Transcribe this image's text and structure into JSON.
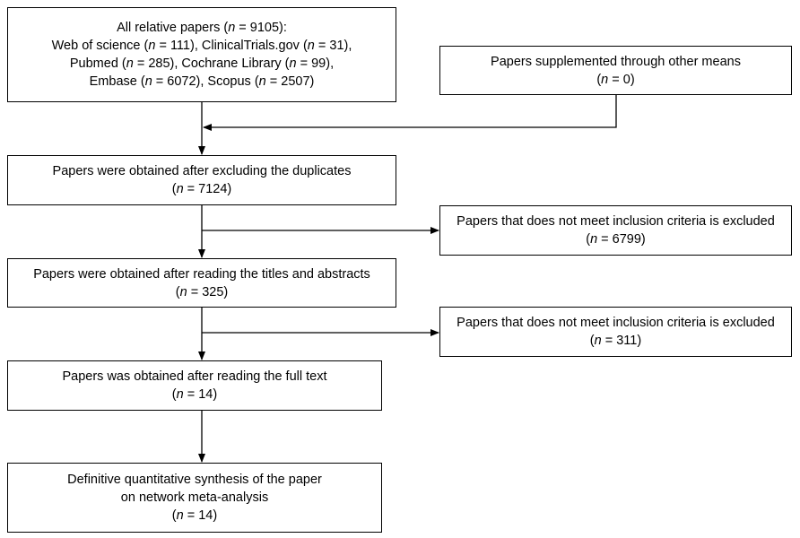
{
  "boxes": {
    "all_papers": {
      "lines": [
        [
          {
            "t": "All relative papers ("
          },
          {
            "t": "n",
            "i": true
          },
          {
            "t": " = 9105):"
          }
        ],
        [
          {
            "t": "Web of science ("
          },
          {
            "t": "n",
            "i": true
          },
          {
            "t": " = 111), ClinicalTrials.gov ("
          },
          {
            "t": "n",
            "i": true
          },
          {
            "t": " = 31),"
          }
        ],
        [
          {
            "t": "Pubmed ("
          },
          {
            "t": "n",
            "i": true
          },
          {
            "t": " = 285), Cochrane Library ("
          },
          {
            "t": "n",
            "i": true
          },
          {
            "t": " = 99),"
          }
        ],
        [
          {
            "t": "Embase ("
          },
          {
            "t": "n",
            "i": true
          },
          {
            "t": " = 6072), Scopus ("
          },
          {
            "t": "n",
            "i": true
          },
          {
            "t": " = 2507)"
          }
        ]
      ]
    },
    "supplemented": {
      "lines": [
        [
          {
            "t": "Papers supplemented through other means"
          }
        ],
        [
          {
            "t": "("
          },
          {
            "t": "n",
            "i": true
          },
          {
            "t": " = 0)"
          }
        ]
      ]
    },
    "after_duplicates": {
      "lines": [
        [
          {
            "t": "Papers were obtained after excluding the duplicates"
          }
        ],
        [
          {
            "t": "("
          },
          {
            "t": "n",
            "i": true
          },
          {
            "t": " = 7124)"
          }
        ]
      ]
    },
    "excluded_1": {
      "lines": [
        [
          {
            "t": "Papers that does not meet inclusion criteria is excluded"
          }
        ],
        [
          {
            "t": "("
          },
          {
            "t": "n",
            "i": true
          },
          {
            "t": " = 6799)"
          }
        ]
      ]
    },
    "after_titles": {
      "lines": [
        [
          {
            "t": "Papers were obtained after reading the titles and abstracts"
          }
        ],
        [
          {
            "t": "("
          },
          {
            "t": "n",
            "i": true
          },
          {
            "t": " = 325)"
          }
        ]
      ]
    },
    "excluded_2": {
      "lines": [
        [
          {
            "t": "Papers that does not meet inclusion criteria is excluded"
          }
        ],
        [
          {
            "t": "("
          },
          {
            "t": "n",
            "i": true
          },
          {
            "t": " = 311)"
          }
        ]
      ]
    },
    "after_fulltext": {
      "lines": [
        [
          {
            "t": "Papers was obtained after reading the full text"
          }
        ],
        [
          {
            "t": "("
          },
          {
            "t": "n",
            "i": true
          },
          {
            "t": " = 14)"
          }
        ]
      ]
    },
    "synthesis": {
      "lines": [
        [
          {
            "t": "Definitive quantitative synthesis of the paper"
          }
        ],
        [
          {
            "t": "on network meta-analysis"
          }
        ],
        [
          {
            "t": "("
          },
          {
            "t": "n",
            "i": true
          },
          {
            "t": " = 14)"
          }
        ]
      ]
    }
  }
}
